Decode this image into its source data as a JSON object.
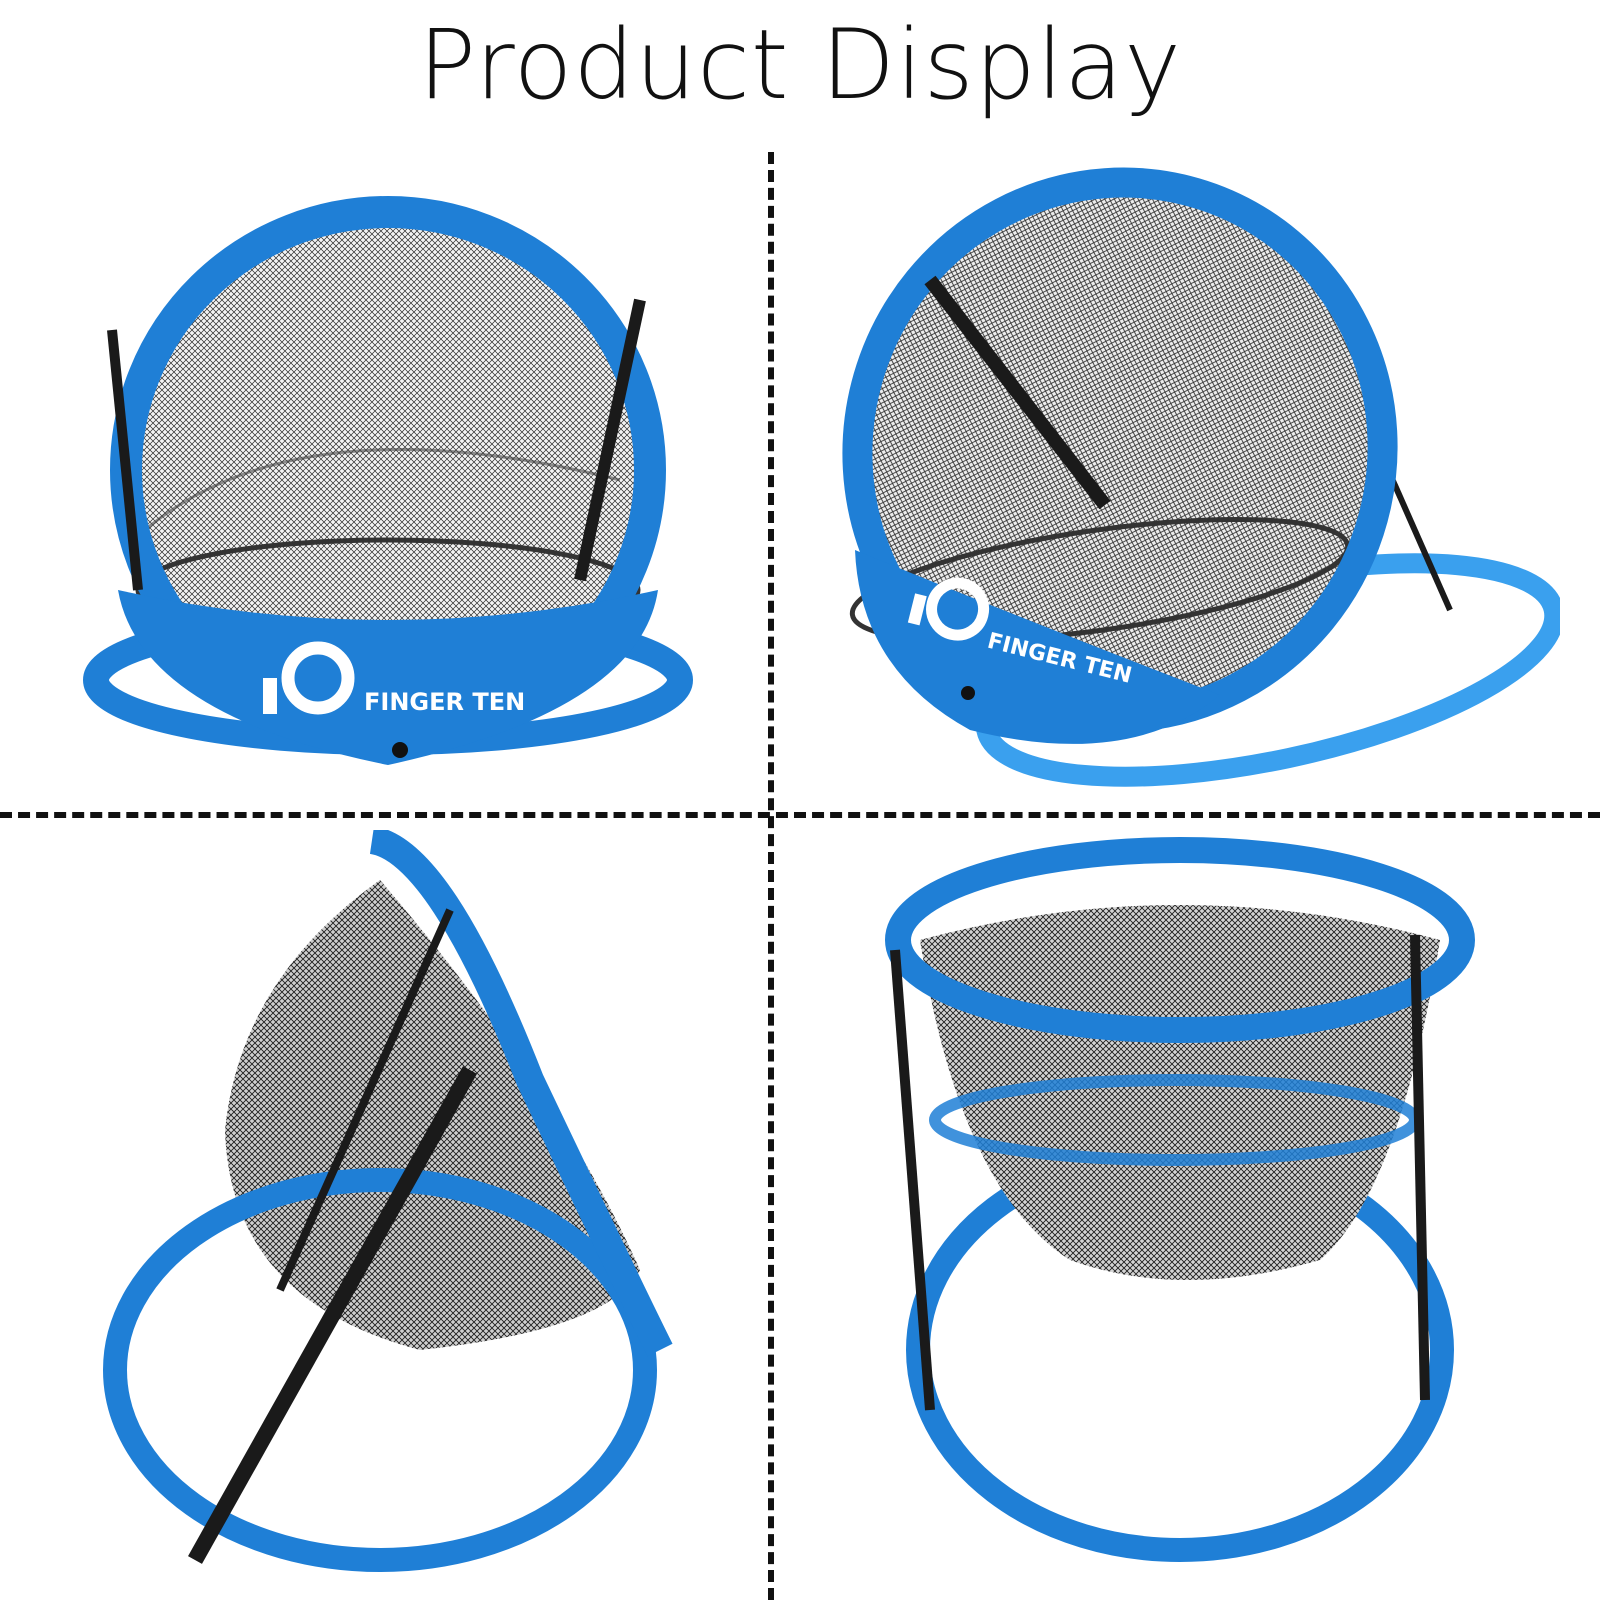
{
  "title": "Product Display",
  "brand": {
    "name": "FINGER TEN"
  },
  "colors": {
    "ring": "#1f7fd6",
    "ring_light": "#3aa0ee",
    "mesh": "#2a2a2a",
    "pole": "#1a1a1a"
  },
  "panels": [
    {
      "id": "front",
      "icon": "chipping-net-front-view"
    },
    {
      "id": "angle",
      "icon": "chipping-net-angled-view"
    },
    {
      "id": "side",
      "icon": "chipping-net-side-view"
    },
    {
      "id": "back",
      "icon": "chipping-net-back-view"
    }
  ]
}
